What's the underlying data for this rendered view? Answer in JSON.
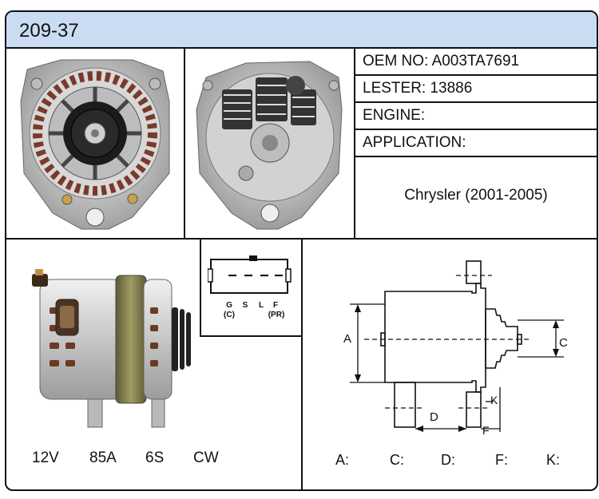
{
  "header": {
    "part_number": "209-37"
  },
  "info": {
    "oem_no": "OEM NO: A003TA7691",
    "lester": "LESTER: 13886",
    "engine": "ENGINE:",
    "application": "APPLICATION:",
    "application_value": "Chrysler (2001-2005)"
  },
  "connector": {
    "pins": [
      "G",
      "S",
      "L",
      "F"
    ],
    "sub_left": "(C)",
    "sub_right": "(PR)"
  },
  "specs": [
    "12V",
    "85A",
    "6S",
    "CW"
  ],
  "dimensions": {
    "drawing_labels": [
      "A",
      "C",
      "D",
      "F",
      "K"
    ],
    "fields": [
      "A:",
      "C:",
      "D:",
      "F:",
      "K:"
    ]
  },
  "images": {
    "front": "alternator-front-view",
    "rear": "alternator-rear-view",
    "side": "alternator-side-view"
  }
}
